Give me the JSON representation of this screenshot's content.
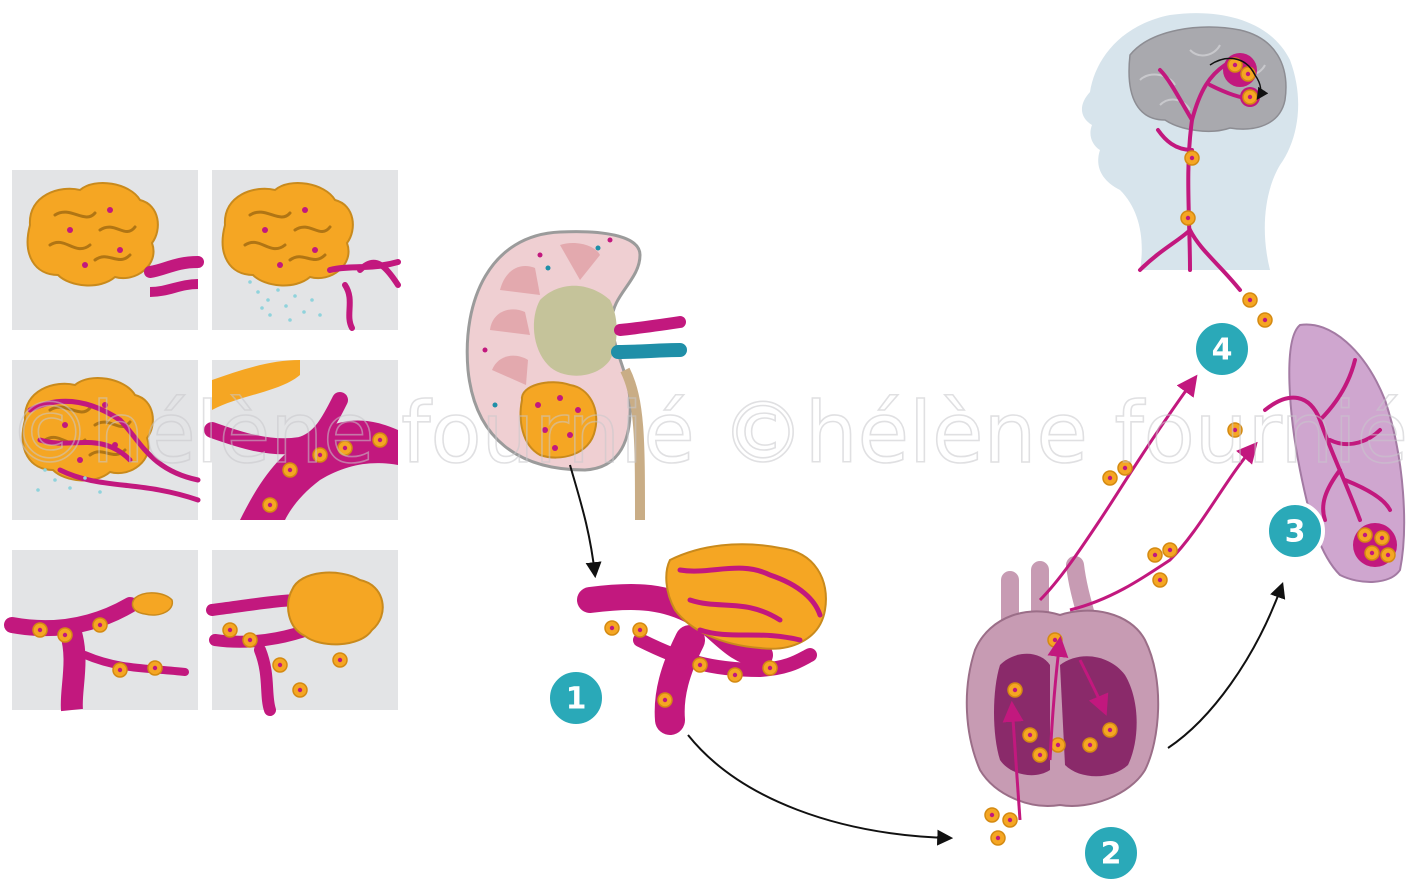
{
  "colors": {
    "tumor": "#f5a623",
    "tumor_dark": "#c98a1c",
    "vessel": "#c2187e",
    "vessel_dark": "#8e0f5b",
    "panel_bg": "#e3e4e6",
    "badge_fill": "#2aa9b8",
    "badge_ring": "#ffffff",
    "kidney_cortex": "#efcfd2",
    "kidney_pelvis": "#c5c39a",
    "vein": "#1f8fa8",
    "ureter": "#c9ad86",
    "heart": "#c79bb3",
    "heart_inner": "#8a2a6a",
    "lung": "#cfa6cf",
    "head": "#d7e4ec",
    "brain": "#a9a9ae",
    "arrow": "#111111"
  },
  "icons": {
    "kidney": "kidney-icon",
    "heart": "heart-icon",
    "lung": "lung-icon",
    "head": "head-brain-icon"
  },
  "steps": [
    {
      "id": "step-1",
      "label": "1"
    },
    {
      "id": "step-2",
      "label": "2"
    },
    {
      "id": "step-3",
      "label": "3"
    },
    {
      "id": "step-4",
      "label": "4"
    }
  ],
  "watermark": {
    "text": "©hélène fournié ©hélène fournié"
  }
}
